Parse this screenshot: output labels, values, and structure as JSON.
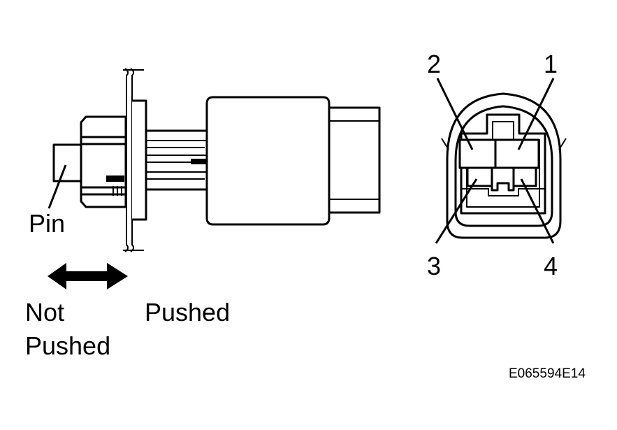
{
  "labels": {
    "pin": "Pin",
    "not_pushed_line1": "Not",
    "not_pushed_line2": "Pushed",
    "pushed": "Pushed",
    "figure_code": "E065594E14"
  },
  "terminals": {
    "t1": "1",
    "t2": "2",
    "t3": "3",
    "t4": "4"
  },
  "colors": {
    "line": "#000000",
    "background": "#ffffff"
  },
  "icons": {
    "arrow": "double-headed-arrow-icon"
  }
}
